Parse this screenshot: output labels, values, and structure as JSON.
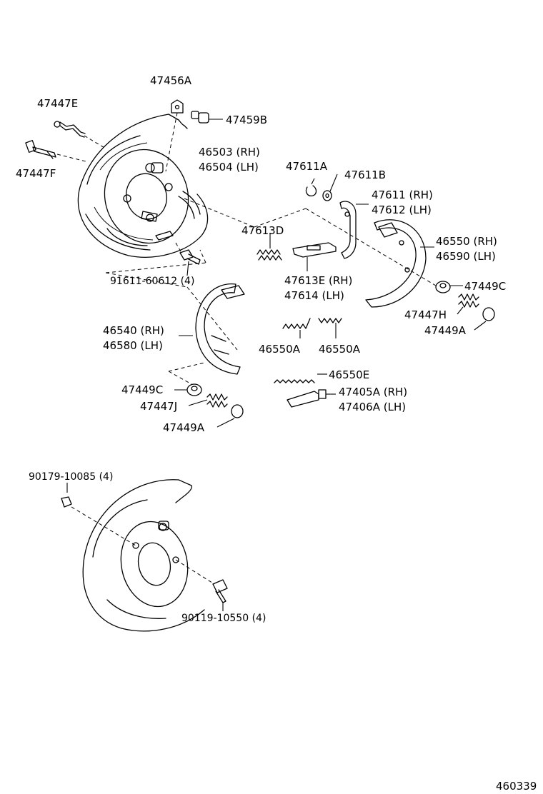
{
  "labels": {
    "l47456A": "47456A",
    "l47447E": "47447E",
    "l47459B": "47459B",
    "l46503": "46503 (RH)",
    "l46504": "46504 (LH)",
    "l47447F": "47447F",
    "l47611A": "47611A",
    "l47611B": "47611B",
    "l47611": "47611 (RH)",
    "l47612": "47612 (LH)",
    "l47613D": "47613D",
    "l46550": "46550 (RH)",
    "l46590": "46590 (LH)",
    "l91611": "91611-60612 (4)",
    "l47613E": "47613E (RH)",
    "l47614": "47614 (LH)",
    "l47449C_r": "47449C",
    "l47447H": "47447H",
    "l47449A_r": "47449A",
    "l46540": "46540 (RH)",
    "l46580": "46580 (LH)",
    "l46550A_1": "46550A",
    "l46550A_2": "46550A",
    "l46550E": "46550E",
    "l47449C_l": "47449C",
    "l47405A": "47405A (RH)",
    "l47406A": "47406A (LH)",
    "l47447J": "47447J",
    "l47449A_l": "47449A",
    "l90179": "90179-10085 (4)",
    "l90119": "90119-10550 (4)",
    "illustration_number": "460339"
  },
  "colors": {
    "line": "#000000",
    "background": "#ffffff"
  }
}
